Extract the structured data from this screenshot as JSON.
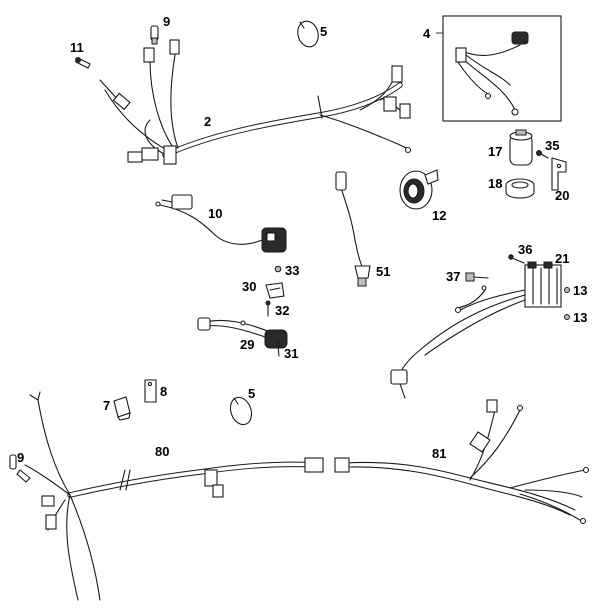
{
  "callouts": {
    "p2": "2",
    "p4": "4",
    "p5a": "5",
    "p5b": "5",
    "p7": "7",
    "p8": "8",
    "p9a": "9",
    "p9b": "9",
    "p10": "10",
    "p11": "11",
    "p12": "12",
    "p13a": "13",
    "p13b": "13",
    "p17": "17",
    "p18": "18",
    "p20": "20",
    "p21": "21",
    "p29": "29",
    "p30": "30",
    "p31": "31",
    "p32": "32",
    "p33": "33",
    "p35": "35",
    "p36": "36",
    "p37": "37",
    "p51": "51",
    "p80": "80",
    "p81": "81"
  }
}
